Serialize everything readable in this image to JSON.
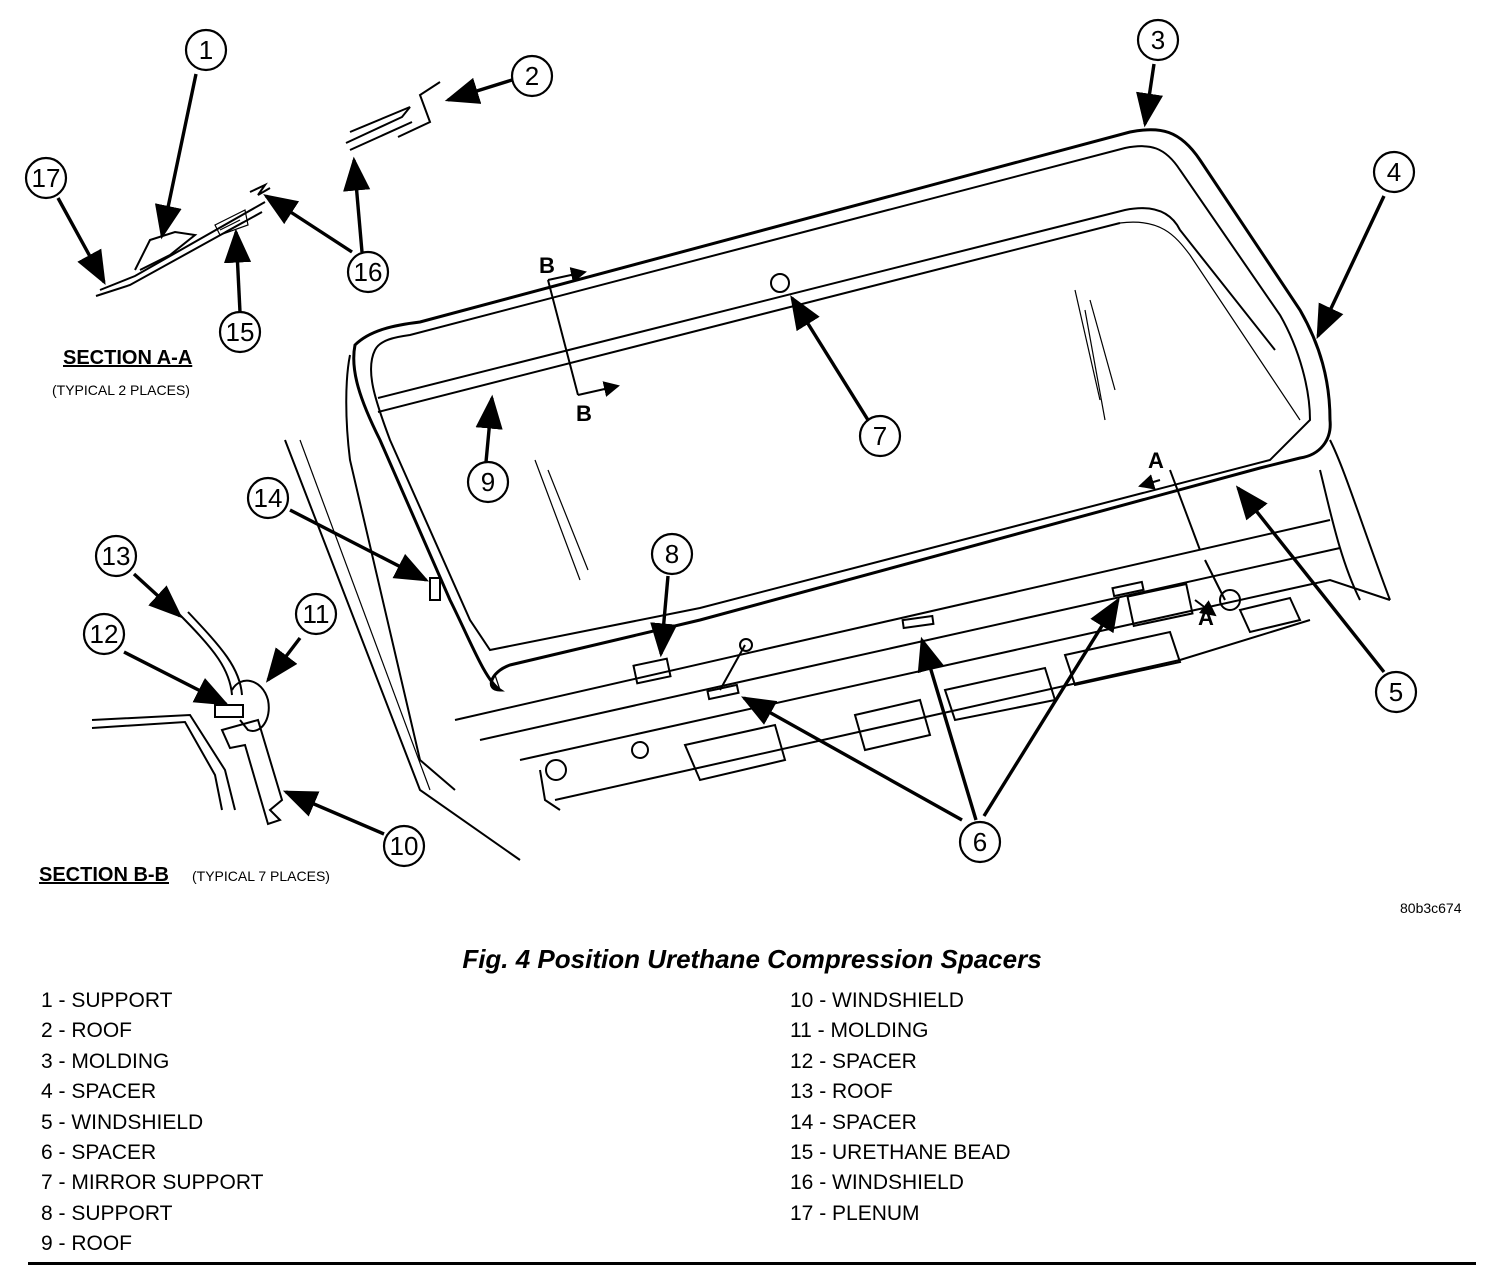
{
  "figure": {
    "code": "80b3c674",
    "title": "Fig. 4 Position Urethane Compression Spacers"
  },
  "sections": {
    "a": {
      "label": "SECTION A-A",
      "note": "(TYPICAL 2 PLACES)"
    },
    "b": {
      "label": "SECTION B-B",
      "note": "(TYPICAL 7 PLACES)"
    }
  },
  "cut_marks": [
    "A",
    "A",
    "B",
    "B"
  ],
  "callouts": [
    "1",
    "2",
    "3",
    "4",
    "5",
    "6",
    "7",
    "8",
    "9",
    "10",
    "11",
    "12",
    "13",
    "14",
    "15",
    "16",
    "17"
  ],
  "legend": {
    "left": [
      "1 - SUPPORT",
      "2 - ROOF",
      "3 - MOLDING",
      "4 - SPACER",
      "5 - WINDSHIELD",
      "6 - SPACER",
      "7 - MIRROR SUPPORT",
      "8 - SUPPORT",
      "9 - ROOF"
    ],
    "right": [
      "10 - WINDSHIELD",
      "11 - MOLDING",
      "12 - SPACER",
      "13 - ROOF",
      "14 - SPACER",
      "15 - URETHANE BEAD",
      "16 - WINDSHIELD",
      "17 - PLENUM"
    ]
  }
}
